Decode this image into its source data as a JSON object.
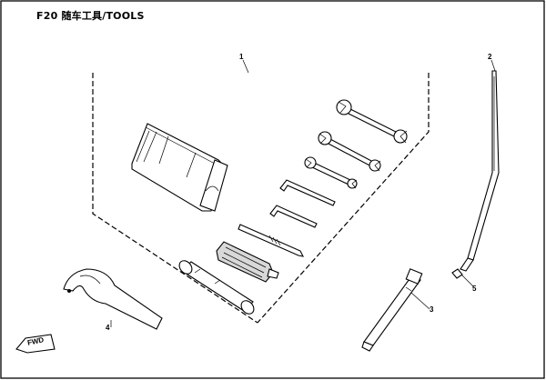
{
  "title": "F20 随车工具/TOOLS",
  "callouts": {
    "c1": "1",
    "c2": "2",
    "c3": "3",
    "c4": "4",
    "c5": "5"
  },
  "fwd_label": "FWD"
}
